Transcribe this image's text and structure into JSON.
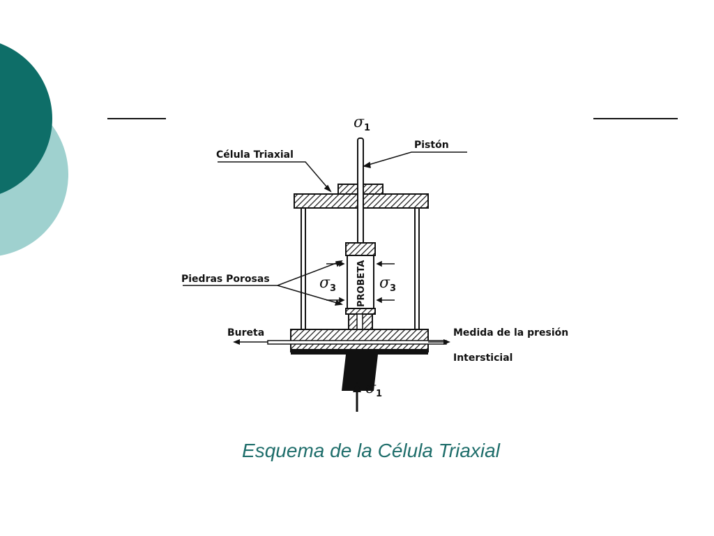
{
  "colors": {
    "teal_dark": "#0e6e68",
    "teal_light": "#9fd1cf",
    "caption": "#1f6e6b"
  },
  "labels": {
    "celula": "Célula Triaxial",
    "piston": "Pistón",
    "piedras": "Piedras Porosas",
    "bureta": "Bureta",
    "medida": "Medida de la presión",
    "intersticial": "Intersticial",
    "probeta": "PROBETA",
    "sigma": "σ",
    "sub1": "1",
    "sub3": "3"
  },
  "caption": "Esquema de la Célula Triaxial"
}
